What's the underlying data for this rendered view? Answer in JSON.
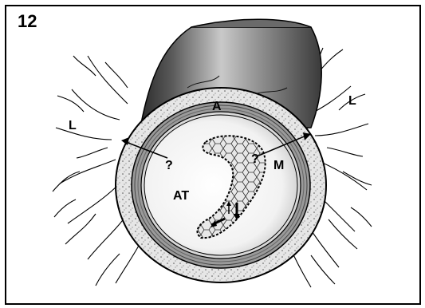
{
  "figure": {
    "number": "12",
    "labels": {
      "adventitia": "A",
      "media": "M",
      "atheroma": "AT",
      "lymphatic_left": "L",
      "lymphatic_right": "L",
      "question_left": "?",
      "question_right": "?"
    }
  }
}
